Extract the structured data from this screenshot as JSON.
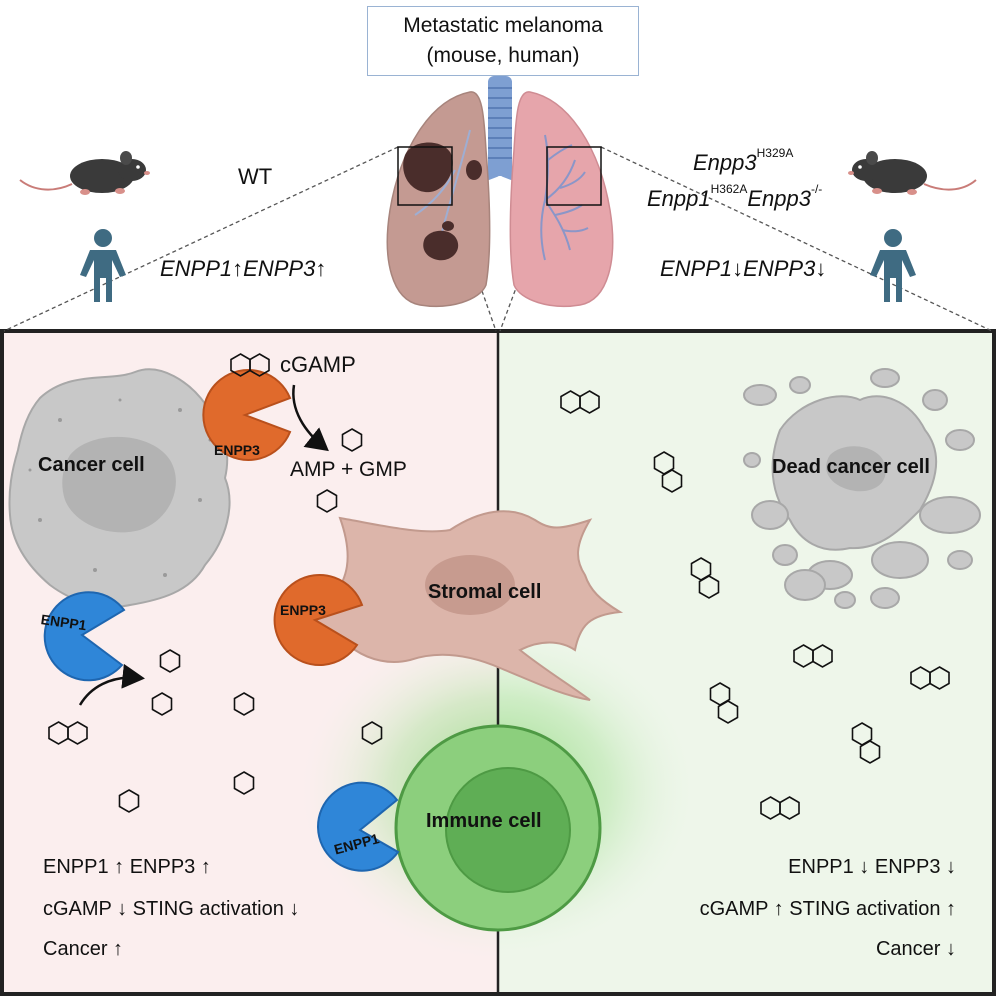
{
  "header": {
    "title_line1": "Metastatic melanoma",
    "title_line2": "(mouse, human)"
  },
  "left_group": {
    "genotype": "WT",
    "human_expr": {
      "gene1": "ENPP1",
      "arrow1": "↑",
      "gene2": "ENPP3",
      "arrow2": "↑"
    }
  },
  "right_group": {
    "genotype1_gene": "Enpp3",
    "genotype1_sup": "H329A",
    "genotype2_gene1": "Enpp1",
    "genotype2_sup1": "H362A",
    "genotype2_gene2": "Enpp3",
    "genotype2_sup2": "-/-",
    "human_expr": {
      "gene1": "ENPP1",
      "arrow1": "↓",
      "gene2": "ENPP3",
      "arrow2": "↓"
    }
  },
  "left_panel": {
    "cgamp_label": "cGAMP",
    "products_label": "AMP + GMP",
    "cancer_cell_label": "Cancer cell",
    "stromal_cell_label": "Stromal cell",
    "immune_cell_label": "Immune cell",
    "enpp3_label": "ENPP3",
    "enpp1_label": "ENPP1",
    "summary": {
      "line1": "ENPP1 ↑ ENPP3 ↑",
      "line2": "cGAMP ↓ STING activation ↓",
      "line3": "Cancer ↑"
    }
  },
  "right_panel": {
    "dead_cell_label": "Dead cancer cell",
    "summary": {
      "line1": "ENPP1 ↓ ENPP3 ↓",
      "line2": "cGAMP ↑ STING activation ↑",
      "line3": "Cancer ↓"
    }
  },
  "colors": {
    "left_panel_bg": "#fbeeee",
    "right_panel_bg": "#eef6ea",
    "enpp3": "#e06a2c",
    "enpp1": "#2f86d8",
    "immune_cell": "#5fae55",
    "stromal_cell": "#dcb5aa",
    "cancer_cell": "#c6c6c6",
    "figure_icon": "#3f6b82"
  },
  "icons": {
    "mouse_left": "mouse-icon",
    "mouse_right": "mouse-icon",
    "human_left": "human-icon",
    "human_right": "human-icon",
    "lungs": "lungs-icon",
    "cgamp": "hexagon-pair-icon",
    "nucleotide": "hexagon-icon"
  }
}
